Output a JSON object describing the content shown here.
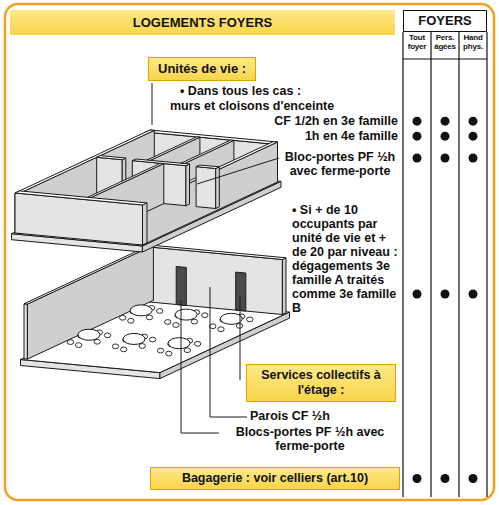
{
  "diagram": {
    "title": "LOGEMENTS FOYERS",
    "nodes": [
      {
        "text": [
          "FOYERS"
        ]
      },
      {
        "text": [
          "Unités de vie :"
        ]
      },
      {
        "text": [
          "Services collectifs à l'étage :"
        ]
      },
      {
        "text": [
          "Bagagerie : voir celliers (art.10)"
        ]
      }
    ],
    "labels": [
      "Tout foyer",
      "Pers. âgées",
      "Hand phys.",
      "• Dans tous les cas :",
      "murs et cloisons d'enceinte",
      "CF 1/2h en 3e famille",
      "1h en 4e famille",
      "Bloc-portes PF ½h avec ferme-porte",
      "• Si + de 10 occupants par unité de vie et + de 20 par niveau : dégagements 3e famille A traités comme 3e famille B",
      "Parois CF ½h",
      "Blocs-portes PF ½h avec ferme-porte"
    ]
  }
}
